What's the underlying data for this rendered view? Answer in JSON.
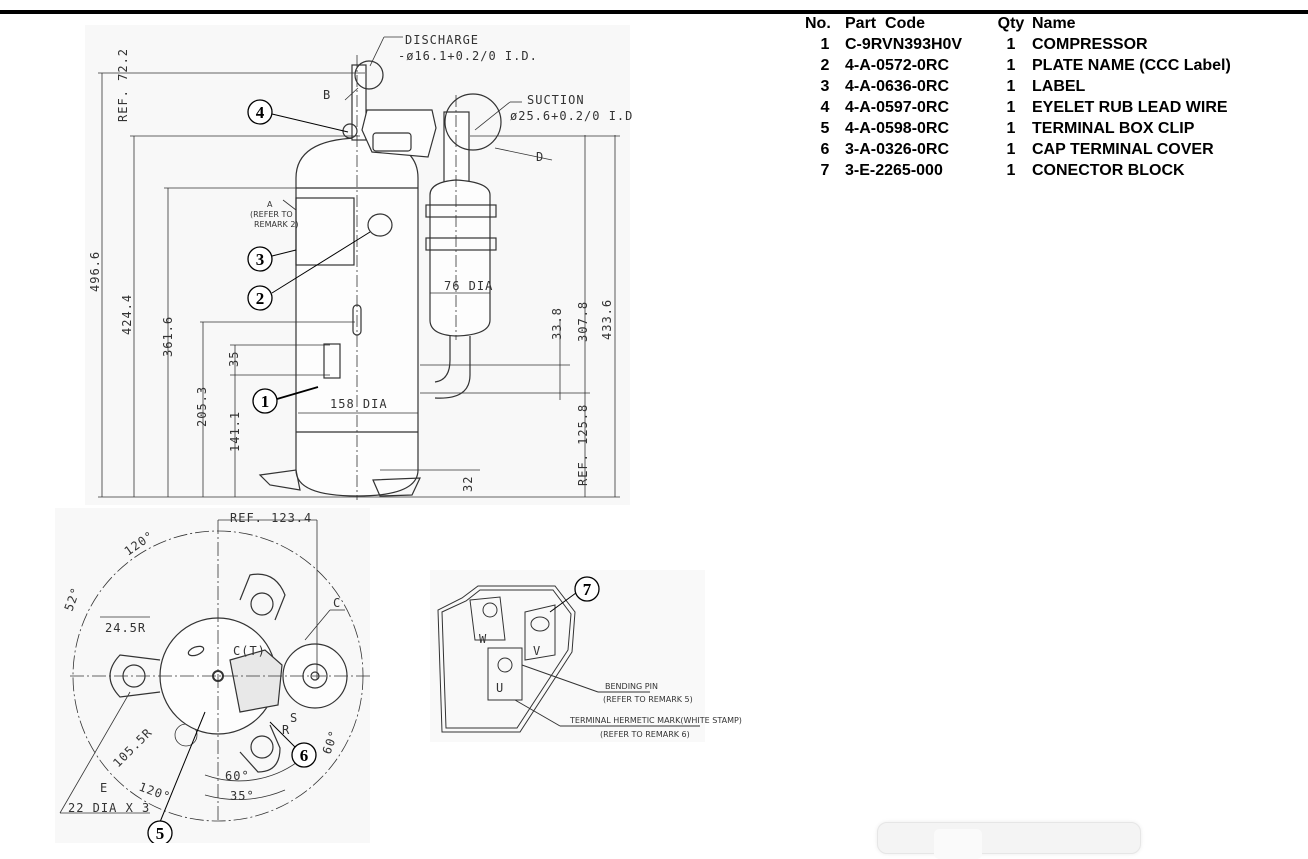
{
  "parts_table": {
    "headers": {
      "no": "No.",
      "part_code": "Part  Code",
      "qty": "Qty",
      "name": "Name"
    },
    "rows": [
      {
        "no": "1",
        "part_code": "C-9RVN393H0V",
        "qty": "1",
        "name": "COMPRESSOR"
      },
      {
        "no": "2",
        "part_code": "4-A-0572-0RC",
        "qty": "1",
        "name": "PLATE NAME (CCC Label)"
      },
      {
        "no": "3",
        "part_code": "4-A-0636-0RC",
        "qty": "1",
        "name": "LABEL"
      },
      {
        "no": "4",
        "part_code": "4-A-0597-0RC",
        "qty": "1",
        "name": "EYELET RUB LEAD WIRE"
      },
      {
        "no": "5",
        "part_code": "4-A-0598-0RC",
        "qty": "1",
        "name": "TERMINAL BOX CLIP"
      },
      {
        "no": "6",
        "part_code": "3-A-0326-0RC",
        "qty": "1",
        "name": "CAP TERMINAL COVER"
      },
      {
        "no": "7",
        "part_code": "3-E-2265-000",
        "qty": "1",
        "name": "CONECTOR BLOCK"
      }
    ]
  },
  "side_view": {
    "discharge": "DISCHARGE",
    "discharge_size": "-ø16.1+0.2/0 I.D.",
    "suction": "SUCTION",
    "suction_size": "ø25.6+0.2/0 I.D",
    "label_b": "B",
    "label_d": "D",
    "label_a": "A",
    "refer_a_1": "(REFER TO",
    "refer_a_2": "REMARK 2)",
    "dia_76": "76 DIA",
    "dia_158": "158 DIA",
    "ref_72": "REF. 72.2",
    "h_496": "496.6",
    "h_424": "424.4",
    "h_361": "361.6",
    "h_205": "205.3",
    "h_141": "141.1",
    "h_35": "35",
    "h_33": "33.8",
    "h_307": "307.8",
    "h_433": "433.6",
    "ref_125": "REF. 125.8",
    "h_32": "32"
  },
  "top_view": {
    "ref_123": "REF. 123.4",
    "a120_top": "120°",
    "a52": "52°",
    "r24": "24.5R",
    "label_c": "C",
    "label_ct": "C(T)",
    "label_s": "S",
    "label_r": "R",
    "r105": "105.5R",
    "label_e": "E",
    "a120_bottom": "120°",
    "a60": "60°",
    "a35": "35°",
    "a60_right": "60°",
    "holes": "22 DIA X 3"
  },
  "connector_view": {
    "w": "W",
    "v": "V",
    "u": "U",
    "bending_pin": "BENDING PIN",
    "bending_ref": "(REFER TO REMARK 5)",
    "hermetic": "TERMINAL HERMETIC MARK(WHITE STAMP)",
    "hermetic_ref": "(REFER TO REMARK 6)"
  },
  "callouts": [
    "1",
    "2",
    "3",
    "4",
    "5",
    "6",
    "7"
  ]
}
